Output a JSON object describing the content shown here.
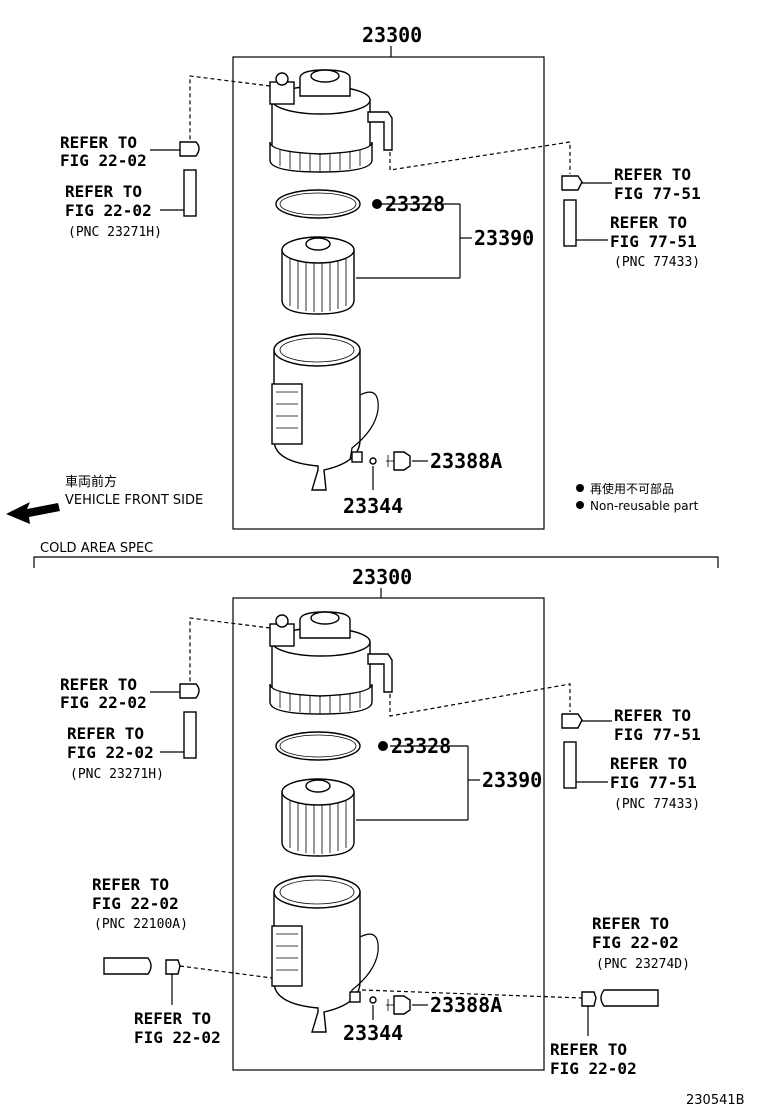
{
  "top": {
    "assembly_number": "23300",
    "parts": {
      "o_ring": "23328",
      "element": "23390",
      "plug": "23388A",
      "gasket": "23344"
    },
    "refs": [
      {
        "line1": "REFER TO",
        "line2": "FIG 22-02",
        "pnc": ""
      },
      {
        "line1": "REFER TO",
        "line2": "FIG 22-02",
        "pnc": "(PNC 23271H)"
      },
      {
        "line1": "REFER TO",
        "line2": "FIG 77-51",
        "pnc": ""
      },
      {
        "line1": "REFER TO",
        "line2": "FIG 77-51",
        "pnc": "(PNC 77433)"
      }
    ],
    "front_jp": "車両前方",
    "front_en": "VEHICLE FRONT SIDE",
    "legend_jp": "再使用不可部品",
    "legend_en": "Non-reusable part"
  },
  "section_label": "COLD AREA SPEC",
  "bottom": {
    "assembly_number": "23300",
    "parts": {
      "o_ring": "23328",
      "element": "23390",
      "plug": "23388A",
      "gasket": "23344"
    },
    "refs": [
      {
        "line1": "REFER TO",
        "line2": "FIG 22-02",
        "pnc": ""
      },
      {
        "line1": "REFER TO",
        "line2": "FIG 22-02",
        "pnc": "(PNC 23271H)"
      },
      {
        "line1": "REFER TO",
        "line2": "FIG 77-51",
        "pnc": ""
      },
      {
        "line1": "REFER TO",
        "line2": "FIG 77-51",
        "pnc": "(PNC 77433)"
      },
      {
        "line1": "REFER TO",
        "line2": "FIG 22-02",
        "pnc": "(PNC 22100A)"
      },
      {
        "line1": "REFER TO",
        "line2": "FIG 22-02",
        "pnc": ""
      },
      {
        "line1": "REFER TO",
        "line2": "FIG 22-02",
        "pnc": "(PNC 23274D)"
      },
      {
        "line1": "REFER TO",
        "line2": "FIG 22-02",
        "pnc": ""
      }
    ]
  },
  "figure_code": "230541B"
}
